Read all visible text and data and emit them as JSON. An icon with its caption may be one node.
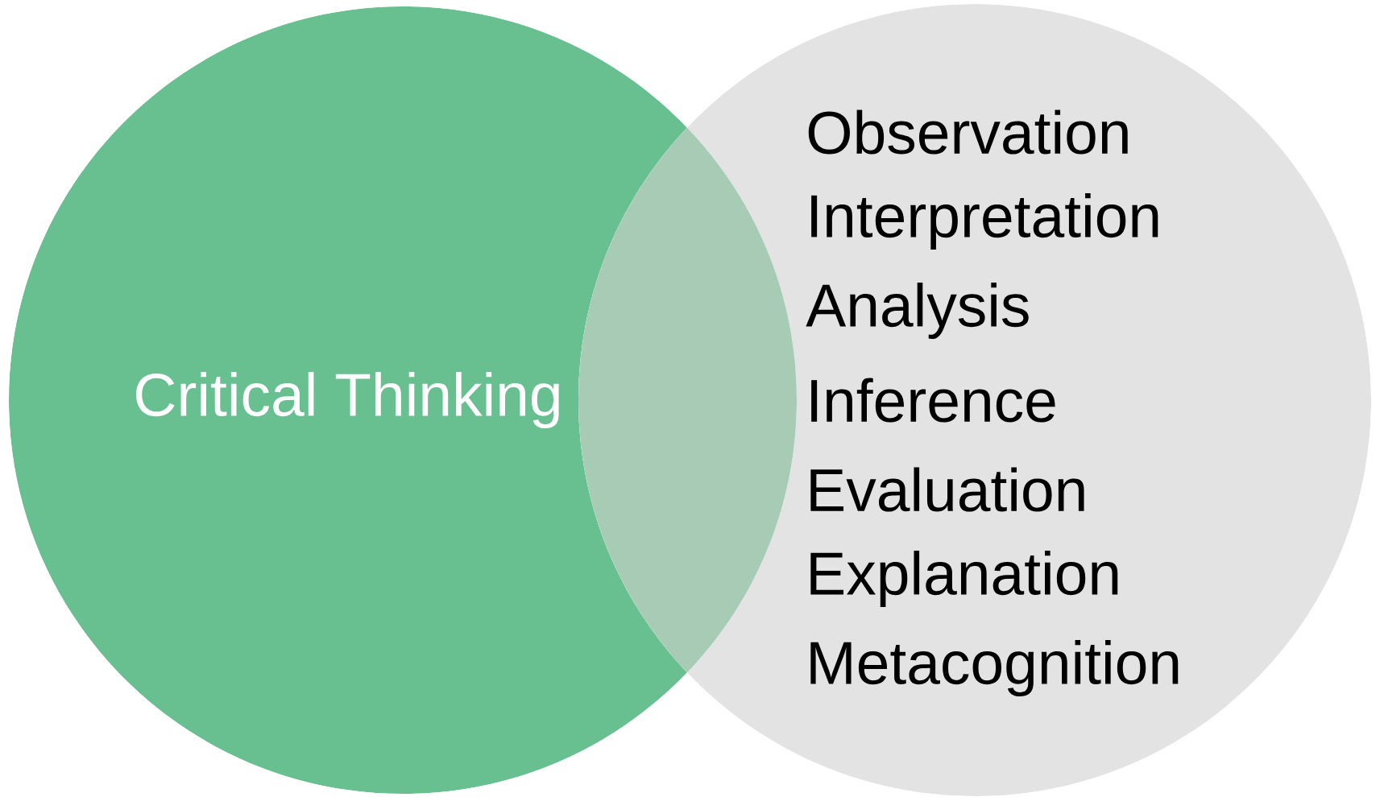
{
  "diagram": {
    "nodes": [
      {
        "text": [
          "Critical Thinking"
        ]
      },
      {
        "text": [
          "Observation",
          "Interpretation",
          "Analysis",
          "Inference",
          "Evaluation",
          "Explanation",
          "Metacognition"
        ]
      }
    ]
  }
}
